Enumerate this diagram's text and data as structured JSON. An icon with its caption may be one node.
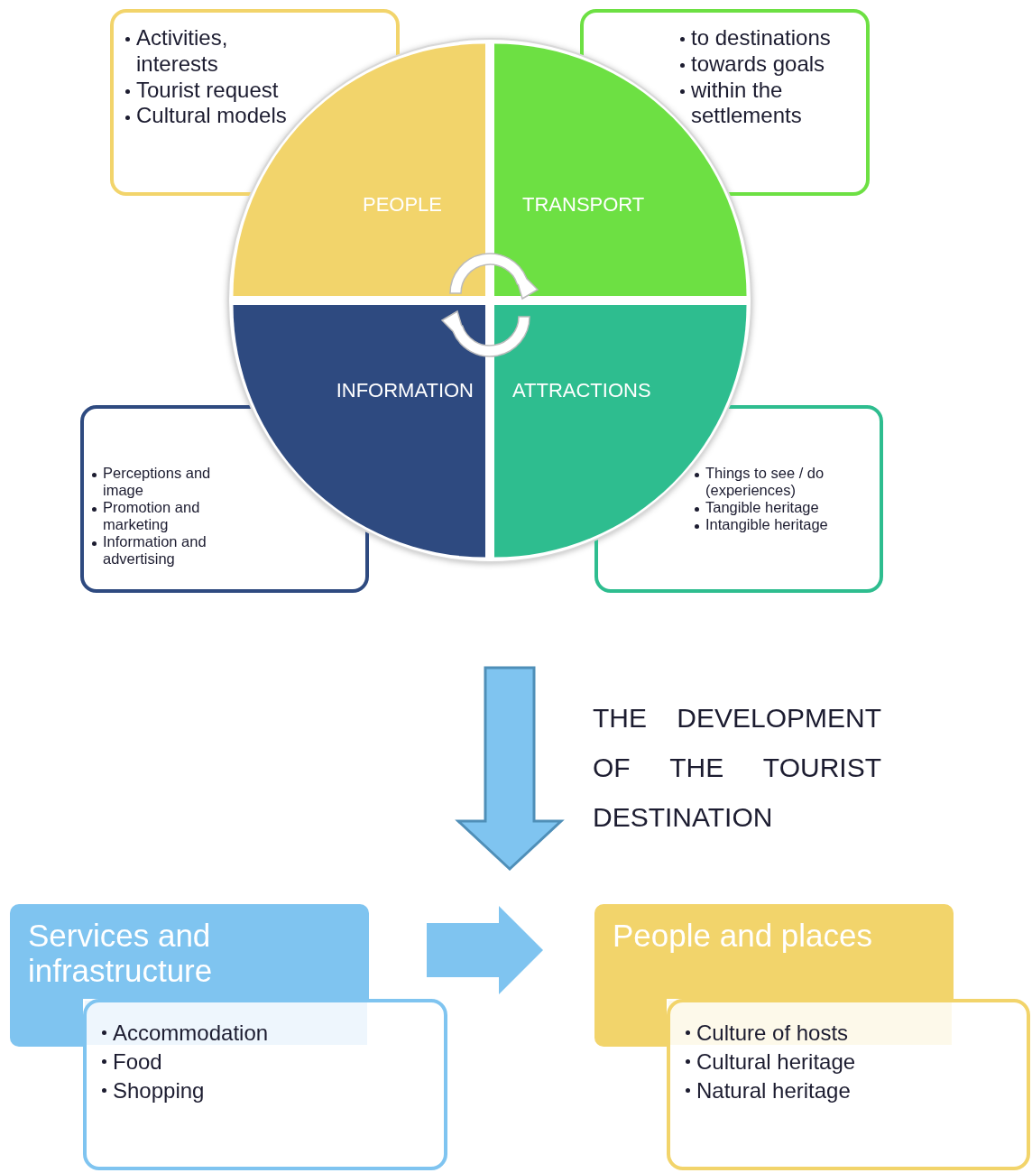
{
  "diagram": {
    "nodes": [
      {
        "text": [],
        "shape": "circle"
      },
      {
        "text": [
          "PEOPLE"
        ],
        "in": 0
      },
      {
        "text": [
          "TRANSPORT"
        ],
        "in": 0
      },
      {
        "text": [
          "INFORMATION"
        ],
        "in": 0
      },
      {
        "text": [
          "ATTRACTIONS"
        ],
        "in": 0
      },
      {
        "text": [
          "Activities, interests",
          "Tourist request",
          "Cultural models"
        ]
      },
      {
        "text": [
          "to destinations",
          "towards goals",
          "within the settlements"
        ]
      },
      {
        "text": [
          "Perceptions and image",
          "Promotion and marketing",
          "Information and advertising"
        ]
      },
      {
        "text": [
          "Things to see / do (experiences)",
          "Tangible heritage",
          "Intangible heritage"
        ]
      },
      {
        "text": [
          "Services and infrastructure"
        ]
      },
      {
        "text": [
          "Accommodation",
          "Food",
          "Shopping"
        ]
      },
      {
        "text": [
          "People and places"
        ]
      },
      {
        "text": [
          "Culture of hosts",
          "Cultural heritage",
          "Natural heritage"
        ]
      }
    ],
    "edges": [
      {
        "from": 9,
        "to": 11,
        "arrow": "to"
      }
    ],
    "labels": [
      "THE DEVELOPMENT OF THE TOURIST DESTINATION"
    ]
  }
}
